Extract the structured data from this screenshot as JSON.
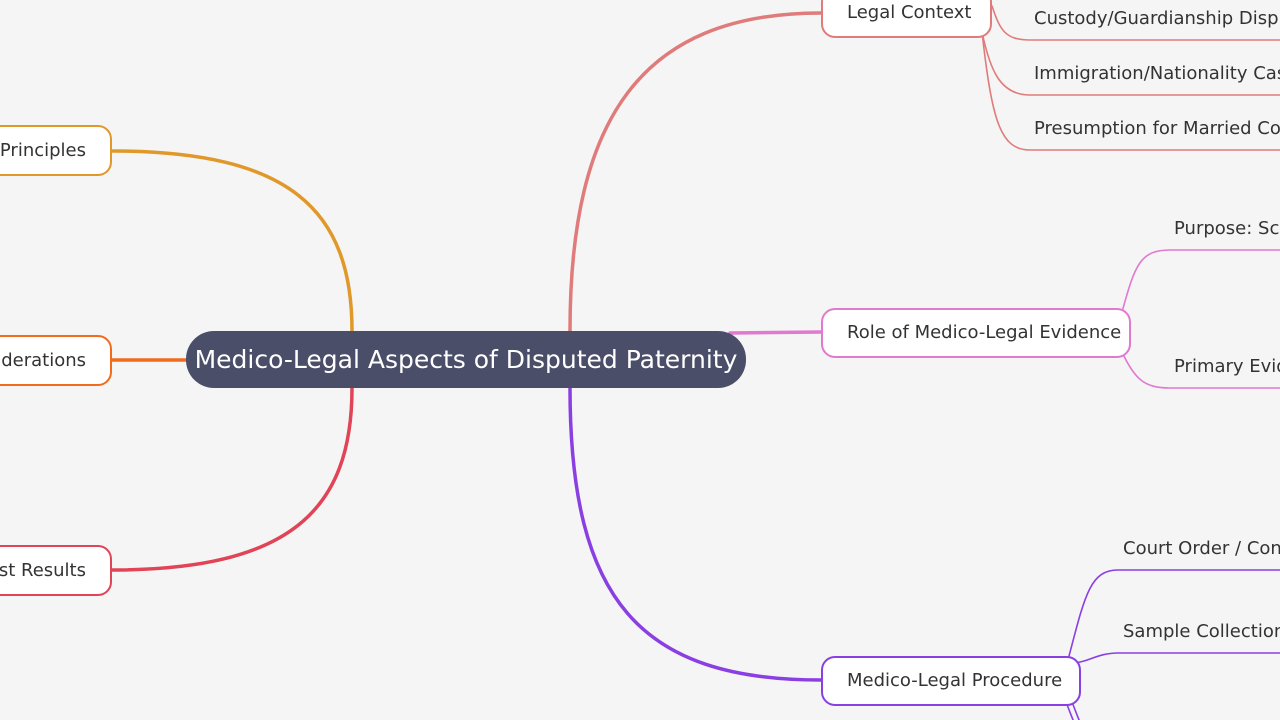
{
  "root": {
    "label": "Medico-Legal Aspects of Disputed Paternity",
    "color": "#4a4e69"
  },
  "left_branches": [
    {
      "label": "Principles",
      "color": "#e0982a"
    },
    {
      "label": "derations",
      "color": "#f26b1d"
    },
    {
      "label": "st Results",
      "color": "#e04456"
    }
  ],
  "right_branches": [
    {
      "label": "Legal Context",
      "color": "#e07b7b",
      "children": [
        "Custody/Guardianship Disput",
        "Immigration/Nationality Case",
        "Presumption for Married Coup"
      ]
    },
    {
      "label": "Role of Medico-Legal Evidence",
      "color": "#e07ad0",
      "children": [
        "Purpose: Scie",
        "Primary Evid"
      ]
    },
    {
      "label": "Medico-Legal Procedure",
      "color": "#8a3fe3",
      "children": [
        "Court Order / Cons",
        "Sample Collection"
      ]
    }
  ]
}
